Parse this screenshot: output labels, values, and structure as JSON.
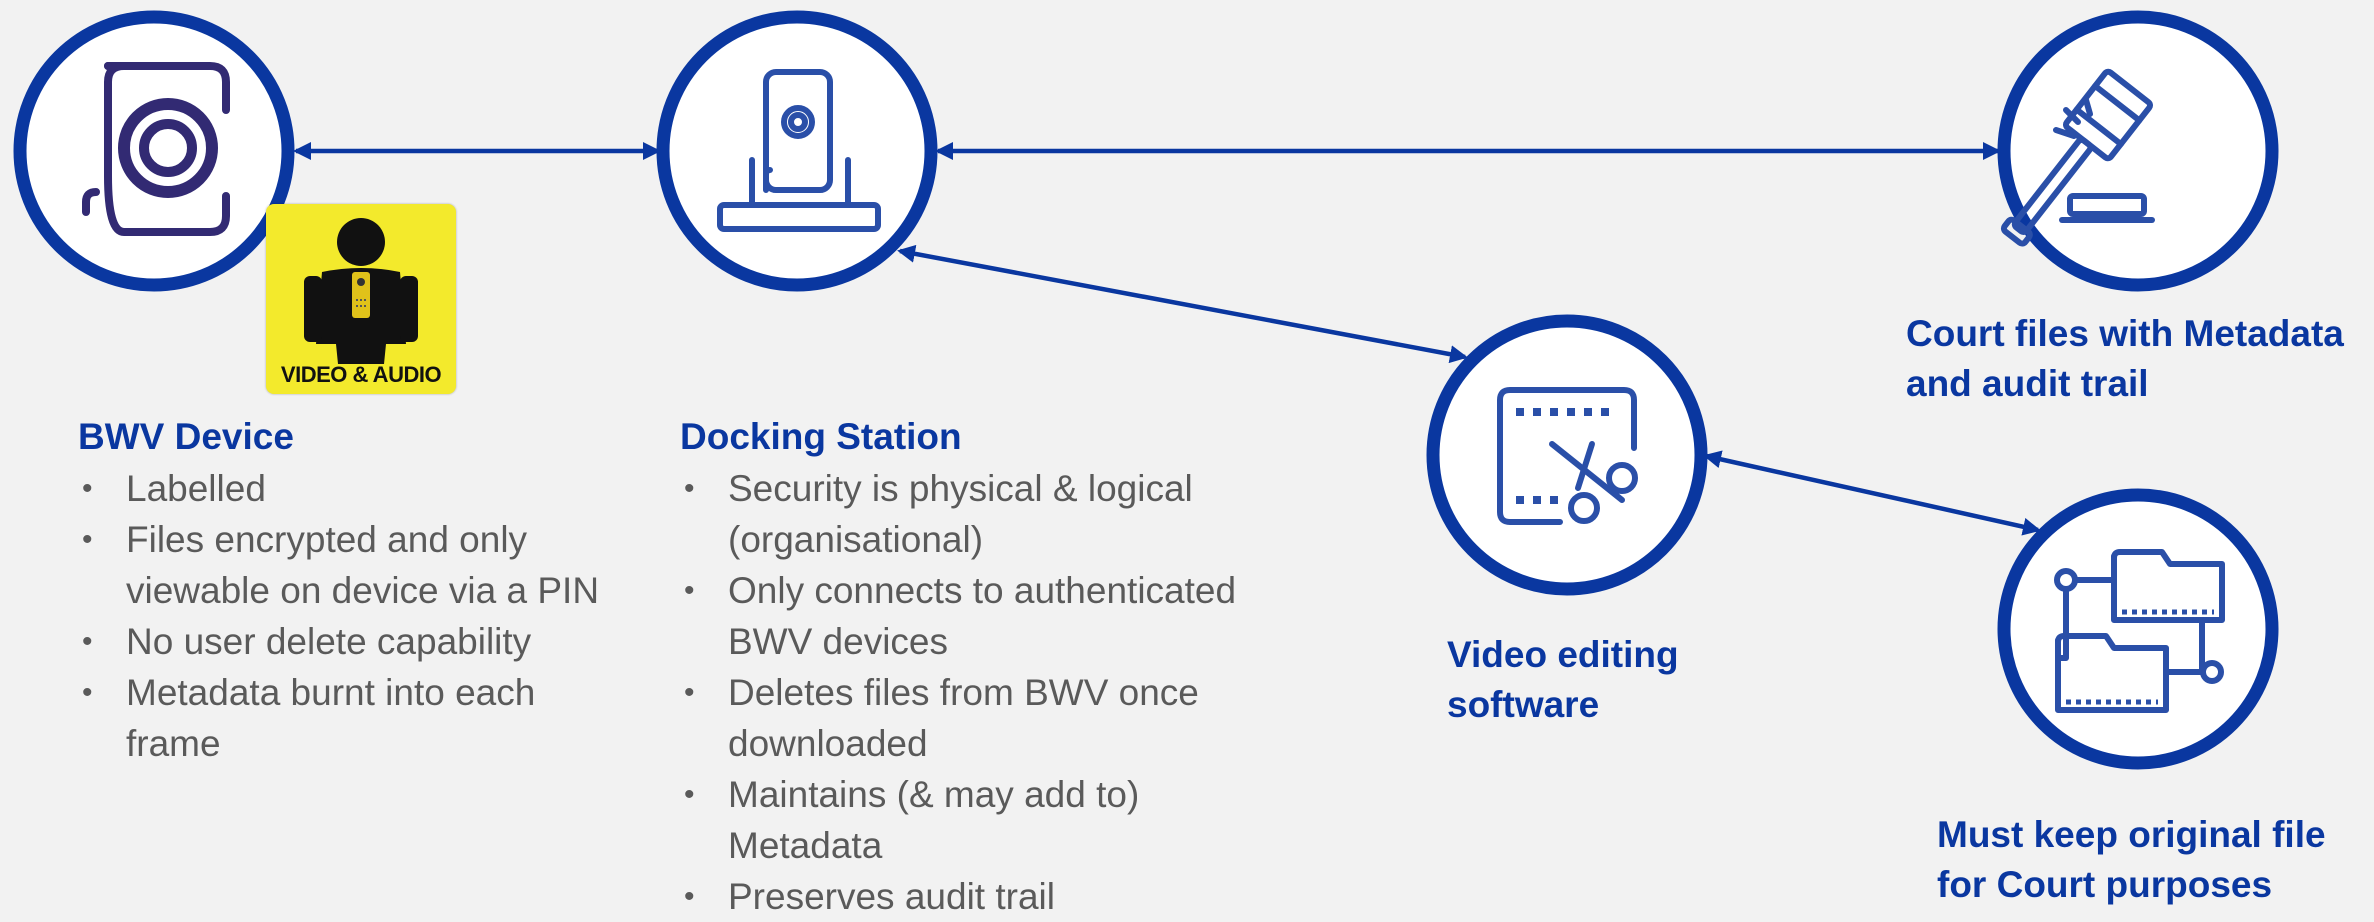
{
  "colors": {
    "accent": "#0a37a0",
    "background": "#f2f2f2",
    "bullet_text": "#5a5a5a",
    "badge_background": "#f3ea2c"
  },
  "nodes": {
    "bwv_device": {
      "icon": "body-camera-icon",
      "heading": "BWV Device",
      "badge": {
        "icon": "body-worn-camera-person-icon",
        "label": "VIDEO & AUDIO"
      },
      "bullets": [
        "Labelled",
        "Files encrypted and only viewable on device via a PIN",
        "No user delete capability",
        "Metadata burnt into each frame"
      ]
    },
    "docking_station": {
      "icon": "docking-station-icon",
      "heading": "Docking Station",
      "bullets": [
        "Security is physical & logical (organisational)",
        "Only connects to authenticated BWV devices",
        "Deletes files from BWV once downloaded",
        "Maintains (& may add to) Metadata",
        "Preserves audit trail"
      ]
    },
    "court": {
      "icon": "gavel-icon",
      "heading": "Court files with Metadata and audit trail"
    },
    "video_editing": {
      "icon": "video-edit-scissors-icon",
      "heading": "Video editing software"
    },
    "original_file": {
      "icon": "folder-tree-icon",
      "heading": "Must keep original file for Court purposes"
    }
  },
  "connections": [
    {
      "from": "bwv_device",
      "to": "docking_station",
      "direction": "both"
    },
    {
      "from": "docking_station",
      "to": "court",
      "direction": "both"
    },
    {
      "from": "docking_station",
      "to": "video_editing",
      "direction": "both"
    },
    {
      "from": "video_editing",
      "to": "original_file",
      "direction": "both"
    }
  ]
}
